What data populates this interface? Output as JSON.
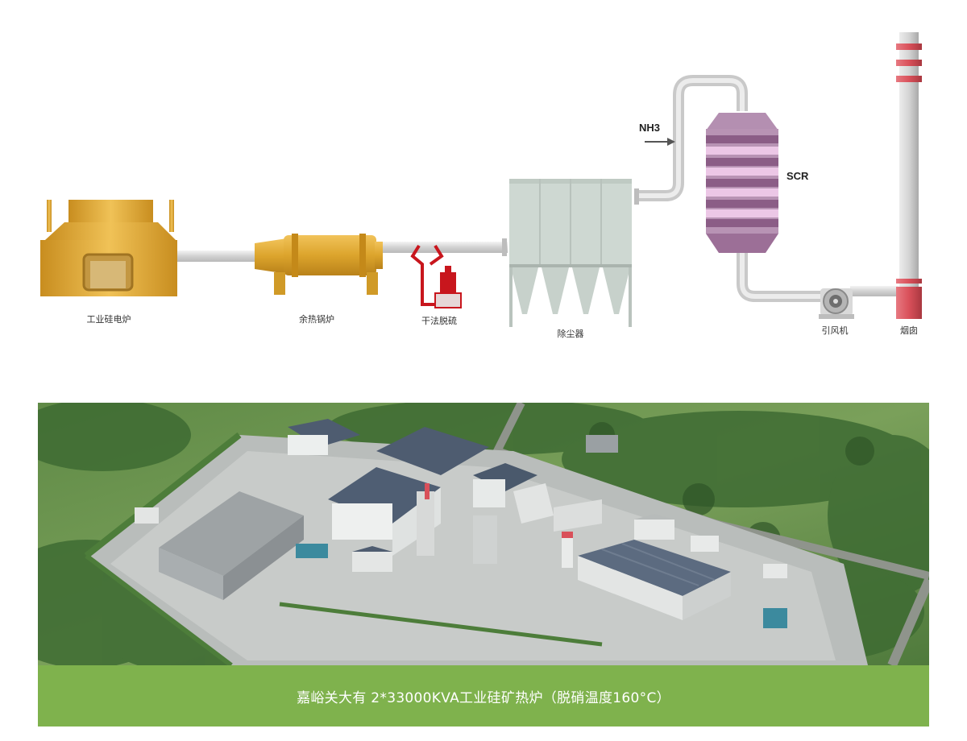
{
  "diagram": {
    "labels": {
      "furnace": "工业硅电炉",
      "boiler": "余热锅炉",
      "desulfurization": "干法脱硫",
      "dust_collector": "除尘器",
      "nh3": "NH3",
      "scr": "SCR",
      "fan": "引风机",
      "chimney": "烟囱"
    },
    "colors": {
      "equipment_gold": "#dca42c",
      "pipe": "#dcdcdc",
      "desulfurization_red": "#c8161d",
      "dust_collector": "#c9d3cd",
      "scr_purple": "#9c6f97",
      "chimney_red": "#d9505a"
    }
  },
  "photo": {
    "description_icon": "aerial-plant-photo"
  },
  "caption": {
    "text": "嘉峪关大有 2*33000KVA工业硅矿热炉（脱硝温度160°C）"
  }
}
